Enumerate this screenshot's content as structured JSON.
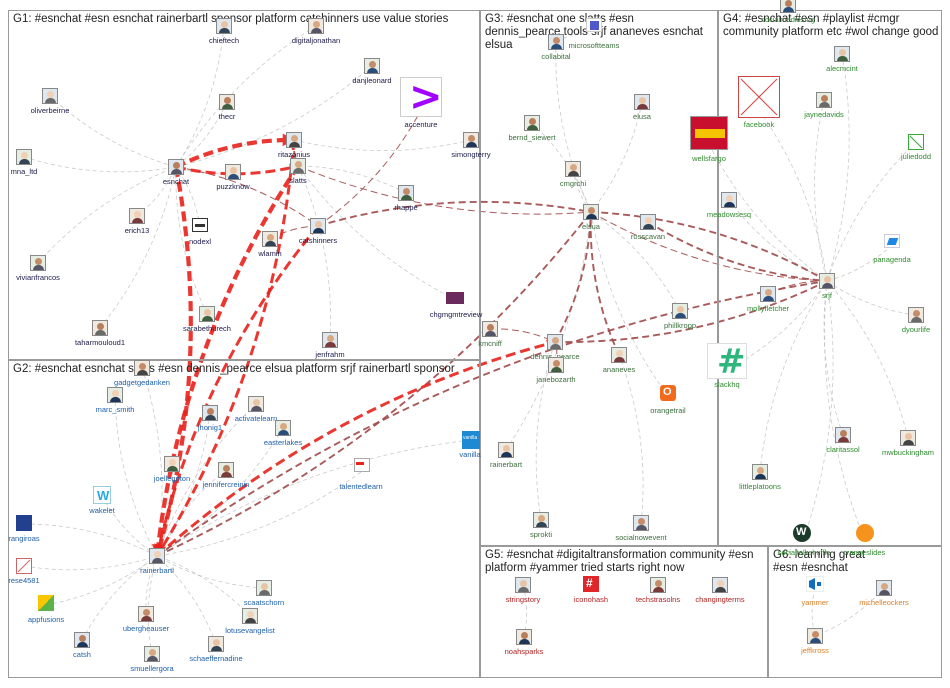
{
  "groups": [
    {
      "id": "G1",
      "label": "G1: #esnchat #esn esnchat rainerbartl sponsor platform catshinners use value stories",
      "color": "#1a1a4a"
    },
    {
      "id": "G2",
      "label": "G2: #esnchat esnchat slatts #esn dennis_pearce elsua platform srjf rainerbartl sponsor",
      "color": "#1f5fa8"
    },
    {
      "id": "G3",
      "label": "G3: #esnchat one slatts #esn dennis_pearce tools srjf ananeves esnchat elsua",
      "color": "#3b6e3b"
    },
    {
      "id": "G4",
      "label": "G4: #esnchat #esn #playlist #cmgr community platform etc #wol change good",
      "color": "#2e8b2e"
    },
    {
      "id": "G5",
      "label": "G5: #esnchat #digitaltransformation community #esn platform #yammer tried starts right now",
      "color": "#b22222"
    },
    {
      "id": "G6",
      "label": "G6: learning great #esn #esnchat",
      "color": "#d9822b"
    }
  ],
  "nodes": [
    {
      "id": "chieftech",
      "group": "G1"
    },
    {
      "id": "digitaljonathan",
      "group": "G1"
    },
    {
      "id": "danjleonard",
      "group": "G1"
    },
    {
      "id": "oliverbeirne",
      "group": "G1"
    },
    {
      "id": "thecr",
      "group": "G1"
    },
    {
      "id": "accenture",
      "group": "G1"
    },
    {
      "id": "ritazonius",
      "group": "G1"
    },
    {
      "id": "simongterry",
      "group": "G1"
    },
    {
      "id": "mna_ltd",
      "group": "G1"
    },
    {
      "id": "esnchat",
      "group": "G1"
    },
    {
      "id": "puzzknow",
      "group": "G1"
    },
    {
      "id": "slatts",
      "group": "G1"
    },
    {
      "id": "rhappe",
      "group": "G1"
    },
    {
      "id": "erich13",
      "group": "G1"
    },
    {
      "id": "nodexl",
      "group": "G1"
    },
    {
      "id": "catshinners",
      "group": "G1"
    },
    {
      "id": "wlamin",
      "group": "G1"
    },
    {
      "id": "vivianfrancos",
      "group": "G1"
    },
    {
      "id": "chgmgmtreview",
      "group": "G1"
    },
    {
      "id": "taharmouloud1",
      "group": "G1"
    },
    {
      "id": "sarabethurech",
      "group": "G1"
    },
    {
      "id": "jenfrahm",
      "group": "G1"
    },
    {
      "id": "gadgetgedanken",
      "group": "G2"
    },
    {
      "id": "marc_smith",
      "group": "G2"
    },
    {
      "id": "jhonig1",
      "group": "G2"
    },
    {
      "id": "activatelearn",
      "group": "G2"
    },
    {
      "id": "easterlakes",
      "group": "G2"
    },
    {
      "id": "wakelet",
      "group": "G2"
    },
    {
      "id": "joellegirton",
      "group": "G2"
    },
    {
      "id": "jennifercreinin",
      "group": "G2"
    },
    {
      "id": "talentedlearn",
      "group": "G2"
    },
    {
      "id": "vanilla",
      "group": "G2"
    },
    {
      "id": "rangiroas",
      "group": "G2"
    },
    {
      "id": "rainerbartl",
      "group": "G2"
    },
    {
      "id": "rese4581",
      "group": "G2"
    },
    {
      "id": "scaatschorn",
      "group": "G2"
    },
    {
      "id": "appfusions",
      "group": "G2"
    },
    {
      "id": "ubergheauser",
      "group": "G2"
    },
    {
      "id": "lotusevangelist",
      "group": "G2"
    },
    {
      "id": "catsh",
      "group": "G2"
    },
    {
      "id": "schaeffernadine",
      "group": "G2"
    },
    {
      "id": "smuellergora",
      "group": "G2"
    },
    {
      "id": "collabital",
      "group": "G3"
    },
    {
      "id": "microsoftteams",
      "group": "G3"
    },
    {
      "id": "bernd_siewert",
      "group": "G3"
    },
    {
      "id": "elusa",
      "group": "G3"
    },
    {
      "id": "cmgrchi",
      "group": "G3"
    },
    {
      "id": "elsua",
      "group": "G3"
    },
    {
      "id": "rosscavan",
      "group": "G3"
    },
    {
      "id": "kmcniff",
      "group": "G3"
    },
    {
      "id": "phillkropp",
      "group": "G3"
    },
    {
      "id": "dennis_pearce",
      "group": "G3"
    },
    {
      "id": "janebozarth",
      "group": "G3"
    },
    {
      "id": "ananeves",
      "group": "G3"
    },
    {
      "id": "orangetrail",
      "group": "G3"
    },
    {
      "id": "rainerbart",
      "group": "G3"
    },
    {
      "id": "sprokti",
      "group": "G3"
    },
    {
      "id": "socialnowevent",
      "group": "G3"
    },
    {
      "id": "facebook",
      "group": "G4"
    },
    {
      "id": "jaynedavids",
      "group": "G4"
    },
    {
      "id": "alecmcint",
      "group": "G4"
    },
    {
      "id": "wellsfargo",
      "group": "G4"
    },
    {
      "id": "juliedodd",
      "group": "G4"
    },
    {
      "id": "meadowsesq",
      "group": "G4"
    },
    {
      "id": "panagenda",
      "group": "G4"
    },
    {
      "id": "srjf",
      "group": "G4"
    },
    {
      "id": "mollyfletcher",
      "group": "G4"
    },
    {
      "id": "dyourlife",
      "group": "G4"
    },
    {
      "id": "slackhq",
      "group": "G4"
    },
    {
      "id": "claritassol",
      "group": "G4"
    },
    {
      "id": "mwbuckingham",
      "group": "G4"
    },
    {
      "id": "littleplatoons",
      "group": "G4"
    },
    {
      "id": "socialtalkshuffle",
      "group": "G4"
    },
    {
      "id": "orangeslides",
      "group": "G4"
    },
    {
      "id": "socialmediasmg",
      "group": "G4"
    },
    {
      "id": "stringstory",
      "group": "G5"
    },
    {
      "id": "iconohash",
      "group": "G5"
    },
    {
      "id": "techstrasolns",
      "group": "G5"
    },
    {
      "id": "changingterms",
      "group": "G5"
    },
    {
      "id": "noahsparks",
      "group": "G5"
    },
    {
      "id": "yammer",
      "group": "G6"
    },
    {
      "id": "michelleockers",
      "group": "G6"
    },
    {
      "id": "jeffkross",
      "group": "G6"
    }
  ],
  "labels": {
    "chieftech": "chieftech",
    "digitaljonathan": "digitaljonathan",
    "danjleonard": "danjleonard",
    "oliverbeirne": "oliverbeirne",
    "thecr": "thecr",
    "accenture": "accenture",
    "ritazonius": "ritazonius",
    "simongterry": "simongterry",
    "mna_ltd": "mna_ltd",
    "esnchat": "esnchat",
    "puzzknow": "puzzknow",
    "slatts": "slatts",
    "rhappe": "rhappe",
    "erich13": "erich13",
    "nodexl": "nodexl",
    "catshinners": "catshinners",
    "wlamin": "wlamin",
    "vivianfrancos": "vivianfrancos",
    "chgmgmtreview": "chgmgmtreview",
    "taharmouloud1": "taharmouloud1",
    "sarabethurech": "sarabethurech",
    "jenfrahm": "jenfrahm",
    "gadgetgedanken": "gadgetgedanken",
    "marc_smith": "marc_smith",
    "jhonig1": "jhonig1",
    "activatelearn": "activatelearn",
    "easterlakes": "easterlakes",
    "wakelet": "wakelet",
    "joellegirton": "joellegirton",
    "jennifercreinin": "jennifercreinin",
    "talentedlearn": "talentedlearn",
    "vanilla": "vanilla",
    "rangiroas": "rangiroas",
    "rainerbartl": "rainerbartl",
    "rese4581": "rese4581",
    "scaatschorn": "scaatschorn",
    "appfusions": "appfusions",
    "ubergheauser": "ubergheauser",
    "lotusevangelist": "lotusevangelist",
    "catsh": "catsh",
    "schaeffernadine": "schaeffernadine",
    "smuellergora": "smuellergora",
    "collabital": "collabital",
    "microsoftteams": "microsoftteams",
    "bernd_siewert": "bernd_siewert",
    "elusa": "elusa",
    "cmgrchi": "cmgrchi",
    "elsua": "elsua",
    "rosscavan": "rosscavan",
    "kmcniff": "kmcniff",
    "phillkropp": "phillkropp",
    "dennis_pearce": "dennis_pearce",
    "janebozarth": "janebozarth",
    "ananeves": "ananeves",
    "orangetrail": "orangetrail",
    "rainerbart": "rainerbart",
    "sprokti": "sprokti",
    "socialnowevent": "socialnowevent",
    "facebook": "facebook",
    "jaynedavids": "jaynedavids",
    "alecmcint": "alecmcint",
    "wellsfargo": "wellsfargo",
    "juliedodd": "juliedodd",
    "meadowsesq": "meadowsesq",
    "panagenda": "panagenda",
    "srjf": "srjf",
    "mollyfletcher": "mollyfletcher",
    "dyourlife": "dyourlife",
    "slackhq": "slackhq",
    "claritassol": "claritassol",
    "mwbuckingham": "mwbuckingham",
    "littleplatoons": "littleplatoons",
    "socialtalkshuffle": "socialtalkshuffle",
    "orangeslides": "orangeslides",
    "socialmediasmg": "socialmediasmg",
    "stringstory": "stringstory",
    "iconohash": "iconohash",
    "techstrasolns": "techstrasolns",
    "changingterms": "changingterms",
    "noahsparks": "noahsparks",
    "yammer": "yammer",
    "michelleockers": "michelleockers",
    "jeffkross": "jeffkross"
  },
  "logos": {
    "accenture_mark": ">",
    "wakelet_mark": "W",
    "slack_mark": "#",
    "vanilla_mark": "vanilla",
    "iconohash_mark": "#",
    "orangetrail_mark": "O",
    "socialtalkshuffle_mark": "W"
  },
  "colors": {
    "edge_gray": "#b9b9b9",
    "edge_strong": "#a04a4a",
    "edge_red": "#e8221b",
    "accenture": "#a100ff",
    "wellsfargo": "#c8102e",
    "slack": "#4a154b",
    "orange": "#f26b1d",
    "yammer": "#106ebe"
  },
  "edges": [
    {
      "from": "esnchat",
      "to": "rainerbartl",
      "weight": 5
    },
    {
      "from": "slatts",
      "to": "rainerbartl",
      "weight": 5
    },
    {
      "from": "ritazonius",
      "to": "rainerbartl",
      "weight": 4
    },
    {
      "from": "catshinners",
      "to": "rainerbartl",
      "weight": 4
    },
    {
      "from": "rainerbartl",
      "to": "elsua",
      "weight": 3
    },
    {
      "from": "rainerbartl",
      "to": "dennis_pearce",
      "weight": 4
    },
    {
      "from": "rainerbartl",
      "to": "srjf",
      "weight": 3
    },
    {
      "from": "srjf",
      "to": "elsua",
      "weight": 3
    },
    {
      "from": "srjf",
      "to": "dennis_pearce",
      "weight": 3
    },
    {
      "from": "esnchat",
      "to": "ritazonius",
      "weight": 5
    },
    {
      "from": "esnchat",
      "to": "slatts",
      "weight": 4
    },
    {
      "from": "ritazonius",
      "to": "slatts",
      "weight": 3
    },
    {
      "from": "catshinners",
      "to": "elsua",
      "weight": 3
    },
    {
      "from": "dennis_pearce",
      "to": "elsua",
      "weight": 3
    },
    {
      "from": "ananeves",
      "to": "elsua",
      "weight": 3
    },
    {
      "from": "rosscavan",
      "to": "srjf",
      "weight": 3
    },
    {
      "from": "catshinners",
      "to": "accenture",
      "weight": 2
    },
    {
      "from": "esnchat",
      "to": "catshinners",
      "weight": 2
    },
    {
      "from": "slatts",
      "to": "elsua",
      "weight": 2
    },
    {
      "from": "mollyfletcher",
      "to": "srjf",
      "weight": 2
    },
    {
      "from": "elsua",
      "to": "srjf",
      "weight": 2
    },
    {
      "from": "wlamin",
      "to": "catshinners",
      "weight": 2
    },
    {
      "from": "janebozarth",
      "to": "dennis_pearce",
      "weight": 2
    },
    {
      "from": "kmcniff",
      "to": "dennis_pearce",
      "weight": 2
    },
    {
      "from": "collabital",
      "to": "elsua",
      "weight": 1
    },
    {
      "from": "elusa",
      "to": "elsua",
      "weight": 1
    },
    {
      "from": "cmgrchi",
      "to": "elsua",
      "weight": 1
    },
    {
      "from": "bernd_siewert",
      "to": "elsua",
      "weight": 1
    },
    {
      "from": "wellsfargo",
      "to": "srjf",
      "weight": 1
    },
    {
      "from": "facebook",
      "to": "srjf",
      "weight": 1
    },
    {
      "from": "jaynedavids",
      "to": "srjf",
      "weight": 1
    },
    {
      "from": "alecmcint",
      "to": "srjf",
      "weight": 1
    },
    {
      "from": "juliedodd",
      "to": "srjf",
      "weight": 1
    },
    {
      "from": "panagenda",
      "to": "srjf",
      "weight": 1
    },
    {
      "from": "meadowsesq",
      "to": "srjf",
      "weight": 1
    },
    {
      "from": "dyourlife",
      "to": "srjf",
      "weight": 1
    },
    {
      "from": "slackhq",
      "to": "srjf",
      "weight": 1
    },
    {
      "from": "claritassol",
      "to": "srjf",
      "weight": 1
    },
    {
      "from": "mwbuckingham",
      "to": "srjf",
      "weight": 1
    },
    {
      "from": "littleplatoons",
      "to": "srjf",
      "weight": 1
    },
    {
      "from": "socialtalkshuffle",
      "to": "srjf",
      "weight": 1
    },
    {
      "from": "orangeslides",
      "to": "srjf",
      "weight": 1
    },
    {
      "from": "phillkropp",
      "to": "elsua",
      "weight": 1
    },
    {
      "from": "orangetrail",
      "to": "elsua",
      "weight": 1
    },
    {
      "from": "rainerbart",
      "to": "elsua",
      "weight": 1
    },
    {
      "from": "sprokti",
      "to": "dennis_pearce",
      "weight": 1
    },
    {
      "from": "socialnowevent",
      "to": "ananeves",
      "weight": 1
    },
    {
      "from": "chieftech",
      "to": "esnchat",
      "weight": 1
    },
    {
      "from": "digitaljonathan",
      "to": "esnchat",
      "weight": 1
    },
    {
      "from": "danjleonard",
      "to": "esnchat",
      "weight": 1
    },
    {
      "from": "oliverbeirne",
      "to": "esnchat",
      "weight": 1
    },
    {
      "from": "thecr",
      "to": "esnchat",
      "weight": 1
    },
    {
      "from": "mna_ltd",
      "to": "esnchat",
      "weight": 1
    },
    {
      "from": "puzzknow",
      "to": "esnchat",
      "weight": 1
    },
    {
      "from": "erich13",
      "to": "esnchat",
      "weight": 1
    },
    {
      "from": "vivianfrancos",
      "to": "esnchat",
      "weight": 1
    },
    {
      "from": "taharmouloud1",
      "to": "esnchat",
      "weight": 1
    },
    {
      "from": "sarabethurech",
      "to": "esnchat",
      "weight": 1
    },
    {
      "from": "nodexl",
      "to": "esnchat",
      "weight": 1
    },
    {
      "from": "simongterry",
      "to": "ritazonius",
      "weight": 1
    },
    {
      "from": "rhappe",
      "to": "slatts",
      "weight": 1
    },
    {
      "from": "chgmgmtreview",
      "to": "slatts",
      "weight": 1
    },
    {
      "from": "jenfrahm",
      "to": "slatts",
      "weight": 1
    },
    {
      "from": "gadgetgedanken",
      "to": "rainerbartl",
      "weight": 1
    },
    {
      "from": "marc_smith",
      "to": "rainerbartl",
      "weight": 1
    },
    {
      "from": "jhonig1",
      "to": "rainerbartl",
      "weight": 1
    },
    {
      "from": "activatelearn",
      "to": "rainerbartl",
      "weight": 1
    },
    {
      "from": "easterlakes",
      "to": "rainerbartl",
      "weight": 1
    },
    {
      "from": "wakelet",
      "to": "rainerbartl",
      "weight": 1
    },
    {
      "from": "joellegirton",
      "to": "rainerbartl",
      "weight": 1
    },
    {
      "from": "jennifercreinin",
      "to": "rainerbartl",
      "weight": 1
    },
    {
      "from": "talentedlearn",
      "to": "rainerbartl",
      "weight": 1
    },
    {
      "from": "vanilla",
      "to": "rainerbartl",
      "weight": 1
    },
    {
      "from": "rangiroas",
      "to": "rainerbartl",
      "weight": 1
    },
    {
      "from": "rese4581",
      "to": "rainerbartl",
      "weight": 1
    },
    {
      "from": "scaatschorn",
      "to": "rainerbartl",
      "weight": 1
    },
    {
      "from": "appfusions",
      "to": "rainerbartl",
      "weight": 1
    },
    {
      "from": "ubergheauser",
      "to": "rainerbartl",
      "weight": 1
    },
    {
      "from": "lotusevangelist",
      "to": "rainerbartl",
      "weight": 1
    },
    {
      "from": "catsh",
      "to": "rainerbartl",
      "weight": 1
    },
    {
      "from": "schaeffernadine",
      "to": "rainerbartl",
      "weight": 1
    },
    {
      "from": "smuellergora",
      "to": "rainerbartl",
      "weight": 1
    },
    {
      "from": "microsoftteams",
      "to": "collabital",
      "weight": 1
    },
    {
      "from": "stringstory",
      "to": "noahsparks",
      "weight": 1
    },
    {
      "from": "yammer",
      "to": "jeffkross",
      "weight": 1
    },
    {
      "from": "michelleockers",
      "to": "jeffkross",
      "weight": 1
    }
  ]
}
